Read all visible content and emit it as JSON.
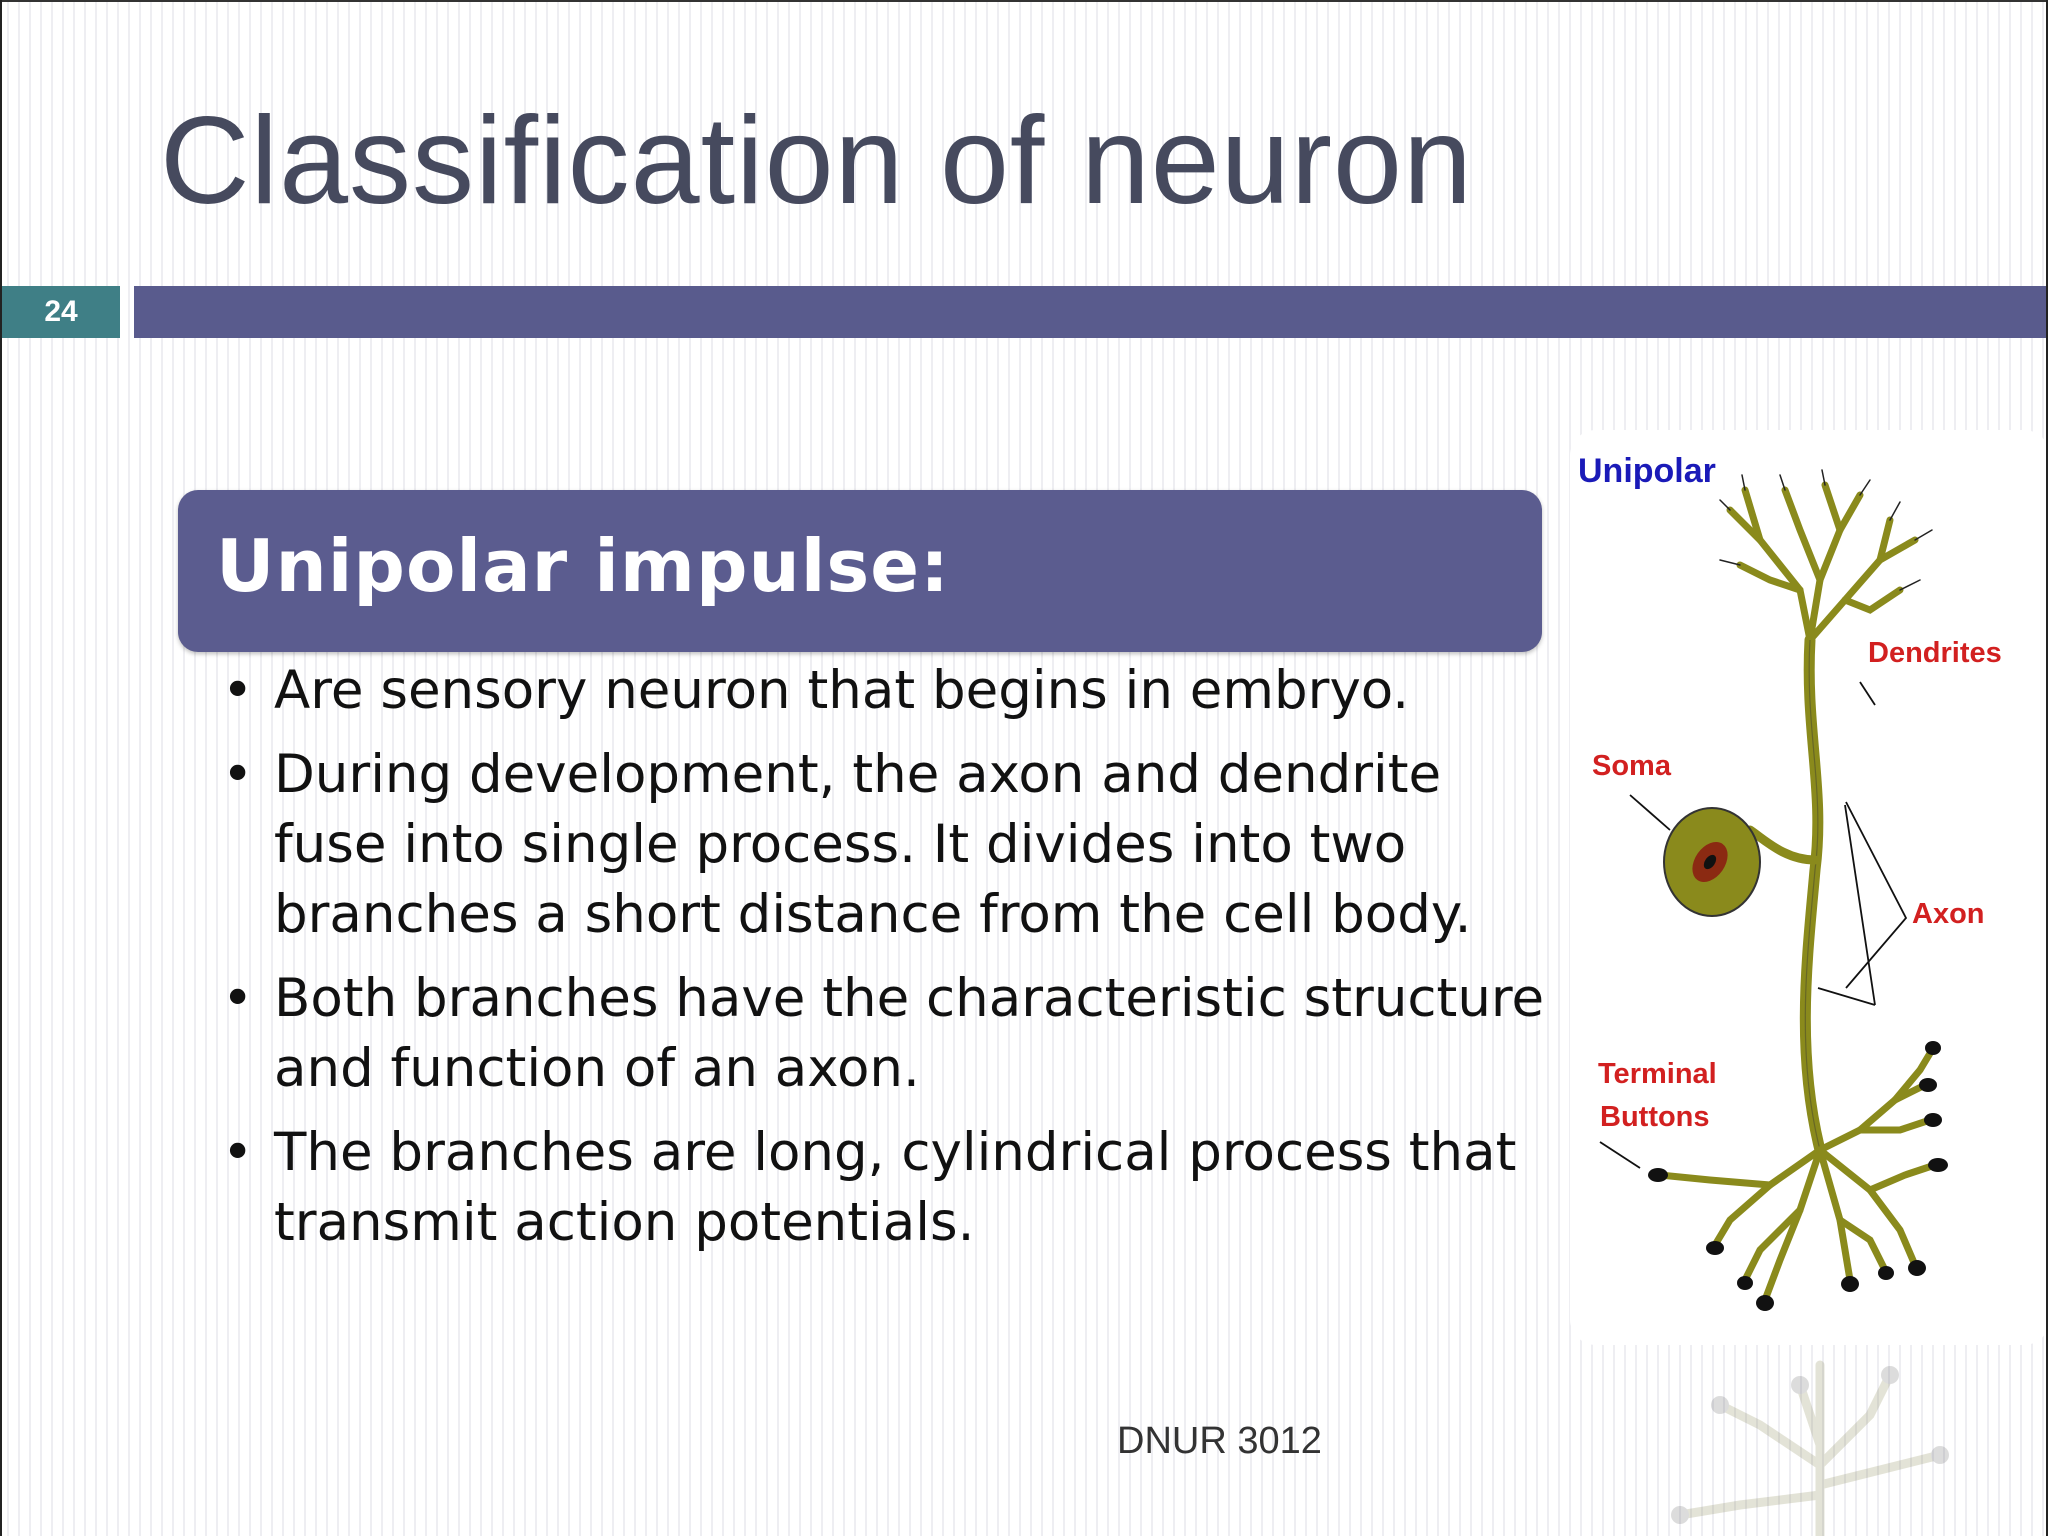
{
  "slide": {
    "title": "Classification of neuron",
    "number": "24",
    "heading": "Unipolar impulse:",
    "bullets": [
      "Are sensory neuron that begins in embryo.",
      "During development, the axon and dendrite fuse into single process. It divides into two branches a short distance from the cell body.",
      "Both branches have the characteristic structure and function of an axon.",
      "The branches are long, cylindrical process that transmit action potentials."
    ],
    "footer": "DNUR 3012"
  },
  "figure": {
    "title": "Unipolar",
    "labels": {
      "dendrites": "Dendrites",
      "soma": "Soma",
      "axon": "Axon",
      "terminal": "Terminal",
      "buttons": "Buttons"
    }
  },
  "colors": {
    "bar": "#595b8d",
    "number_box": "#3f7f86",
    "title_text": "#464a5e",
    "neuron": "#8a8a1c",
    "label_red": "#d22020",
    "label_blue": "#1a1ab8"
  }
}
